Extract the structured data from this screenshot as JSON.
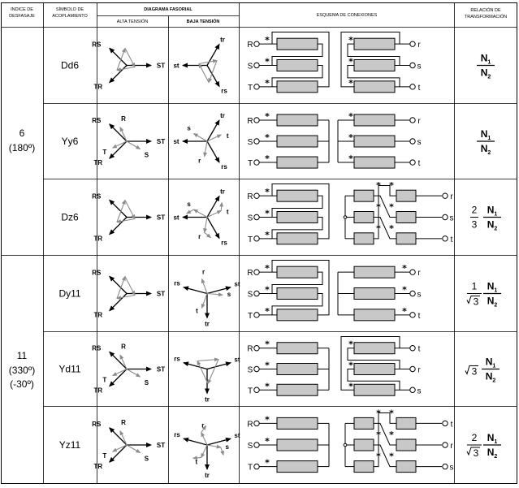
{
  "headers": {
    "index": [
      "INDICE DE",
      "DESFASAJE"
    ],
    "symbol": [
      "SÍMBOLO DE",
      "ACOPLAMIENTO"
    ],
    "phasor": "DIAGRAMA FASORIAL",
    "high": "ALTA TENSIÓN",
    "low": "BAJA TENSIÓN",
    "scheme": "ESQUEMA DE CONEXIONES",
    "ratio": [
      "RELACIÓN DE",
      "TRANSFORMACIÓN"
    ]
  },
  "groups": [
    {
      "index": "6",
      "angles": [
        "(180º)"
      ]
    },
    {
      "index": "11",
      "angles": [
        "(330º)",
        "(-30º)"
      ]
    }
  ],
  "rows": [
    {
      "symbol": "Dd6",
      "hv": "delta",
      "lv": "delta",
      "lvLabels": [
        "tr",
        "st",
        "rs"
      ],
      "ratio": "plain",
      "scheme": "Dd6",
      "lvTerms": [
        "r",
        "s",
        "t"
      ]
    },
    {
      "symbol": "Yy6",
      "hv": "star",
      "lv": "star",
      "lvLabels": [
        "tr",
        "st",
        "rs"
      ],
      "lvPhase": [
        "s",
        "t",
        "r"
      ],
      "ratio": "plain",
      "scheme": "Yy6",
      "lvTerms": [
        "r",
        "s",
        "t"
      ]
    },
    {
      "symbol": "Dz6",
      "hv": "delta",
      "lv": "zig",
      "lvLabels": [
        "tr",
        "st",
        "rs"
      ],
      "lvPhase": [
        "s",
        "t",
        "r"
      ],
      "ratio": "two-thirds",
      "scheme": "Dz6",
      "lvTerms": [
        "r",
        "s",
        "t"
      ]
    },
    {
      "symbol": "Dy11",
      "hv": "delta",
      "lv": "star11",
      "lvLabels": [
        "rs",
        "st",
        "tr"
      ],
      "lvPhase": [
        "r",
        "s",
        "t"
      ],
      "ratio": "one-root3",
      "scheme": "Dy11",
      "lvTerms": [
        "r",
        "s",
        "t"
      ]
    },
    {
      "symbol": "Yd11",
      "hv": "star",
      "lv": "delta11",
      "lvLabels": [
        "rs",
        "st",
        "tr"
      ],
      "ratio": "root3",
      "scheme": "Yd11",
      "lvTerms": [
        "t",
        "r",
        "s"
      ]
    },
    {
      "symbol": "Yz11",
      "hv": "star",
      "lv": "zig11",
      "lvLabels": [
        "rs",
        "st",
        "tr"
      ],
      "lvPhase": [
        "r",
        "s",
        "t"
      ],
      "ratio": "two-root3",
      "scheme": "Yz11",
      "lvTerms": [
        "t",
        "r",
        "s"
      ]
    }
  ],
  "hvLabels": {
    "rs": "RS",
    "st": "ST",
    "tr": "TR",
    "r": "R",
    "s": "S",
    "t": "T"
  },
  "hvTerms": [
    "R",
    "S",
    "T"
  ],
  "ratioText": {
    "n1": "N",
    "n2": "N",
    "i1": "1",
    "i2": "2",
    "two": "2",
    "three": "3",
    "one": "1",
    "root": "3"
  },
  "starMark": "*",
  "colors": {
    "line": "#000000",
    "coil": "#c8c8c8",
    "phasorGrey": "#8c8c8c"
  }
}
